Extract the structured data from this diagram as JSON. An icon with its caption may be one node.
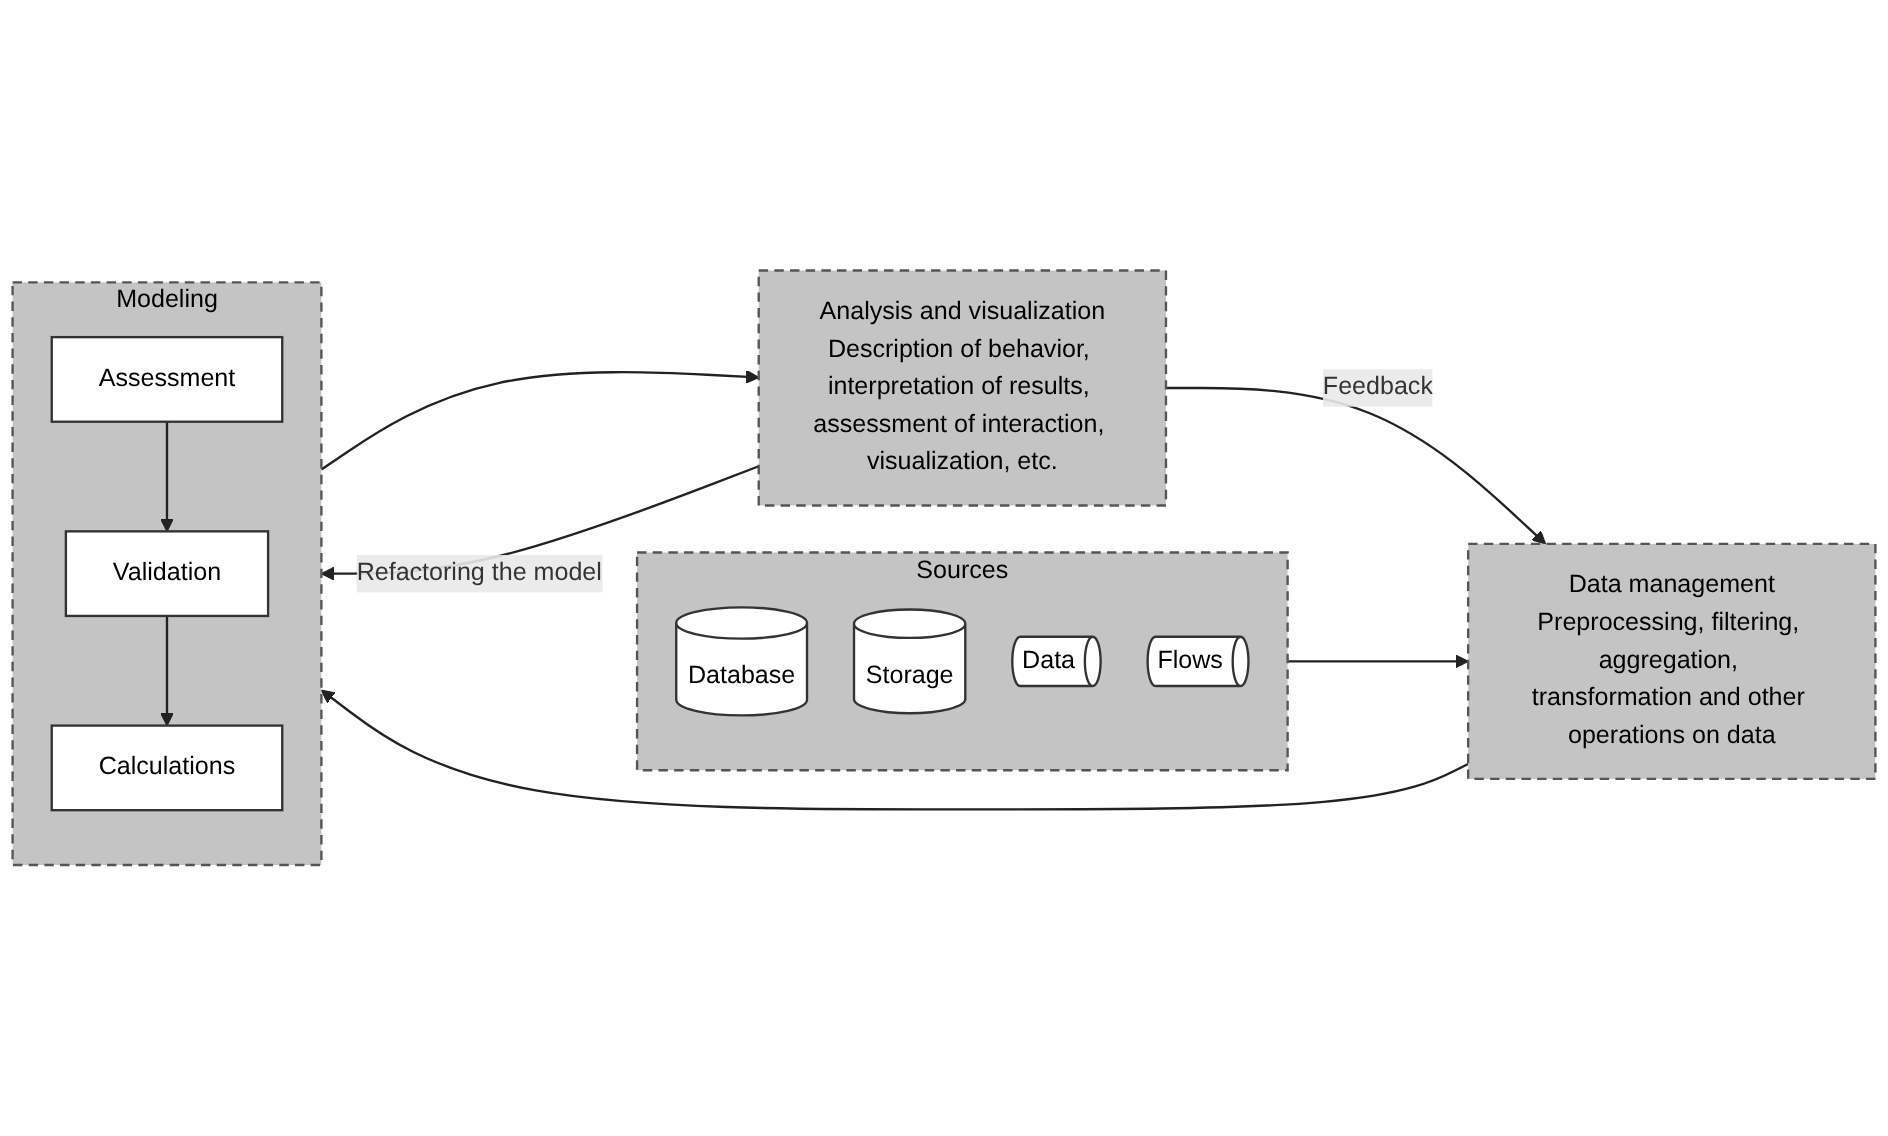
{
  "diagram": {
    "nodes": [
      {
        "text": [
          "Sources"
        ]
      },
      {
        "text": [
          "Database"
        ],
        "in": 0
      },
      {
        "text": [
          "Storage"
        ],
        "in": 0
      },
      {
        "text": [
          "Data"
        ],
        "in": 0
      },
      {
        "text": [
          "Flows"
        ],
        "in": 0
      },
      {
        "text": [
          "Data management",
          "Preprocessing, filtering, aggregation, transformation and other operations on data"
        ]
      },
      {
        "text": [
          "Modeling"
        ]
      },
      {
        "text": [
          "Assessment"
        ],
        "in": 6
      },
      {
        "text": [
          "Validation"
        ],
        "in": 6
      },
      {
        "text": [
          "Calculations"
        ],
        "in": 6
      },
      {
        "text": [
          "Analysis and visualization",
          "Description of behavior, interpretation of results, assessment of interaction, visualization, etc."
        ]
      }
    ],
    "edges": [
      {
        "from": 0,
        "to": 5,
        "arrow": "to"
      },
      {
        "from": 5,
        "to": 6,
        "arrow": "to"
      },
      {
        "from": 6,
        "to": 10,
        "arrow": "to"
      },
      {
        "from": 7,
        "to": 8,
        "arrow": "to"
      },
      {
        "from": 8,
        "to": 9,
        "arrow": "to"
      },
      {
        "from": 10,
        "to": 5,
        "arrow": "to",
        "label": "Feedback"
      },
      {
        "from": 10,
        "to": 6,
        "arrow": "to",
        "label": "Refactoring the model"
      }
    ]
  }
}
